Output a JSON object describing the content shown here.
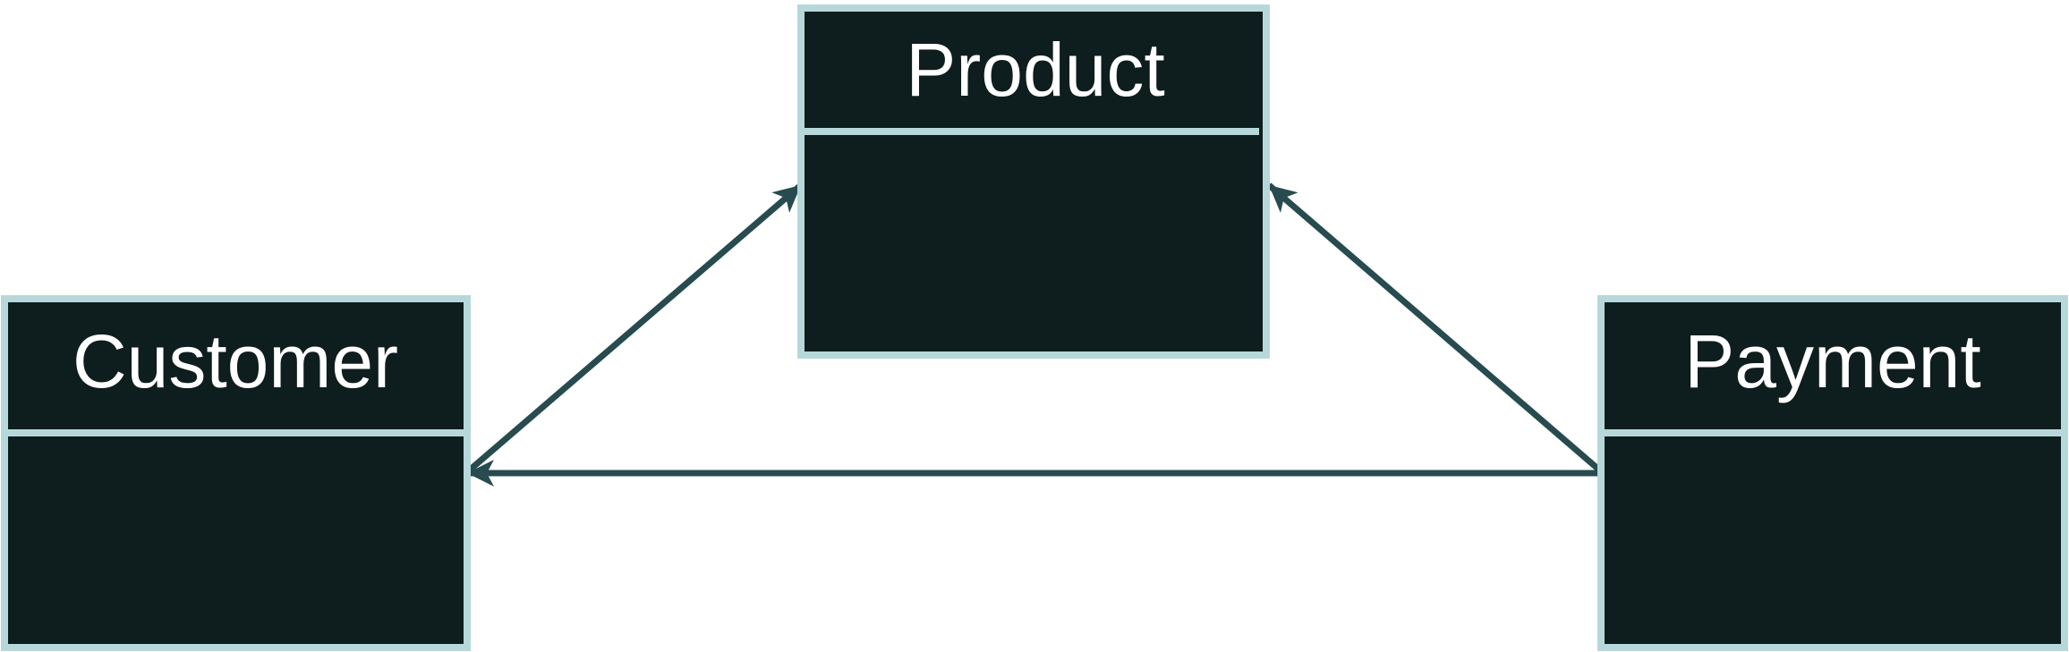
{
  "colors": {
    "background": "#ffffff",
    "box_fill": "#0e1d1d",
    "box_border": "#b7d8db",
    "connector": "#274b4f",
    "text": "#ffffff"
  },
  "classes": {
    "product": {
      "name": "Product"
    },
    "customer": {
      "name": "Customer"
    },
    "payment": {
      "name": "Payment"
    }
  },
  "relationships": [
    {
      "from": "customer",
      "to": "product",
      "arrowhead": "to"
    },
    {
      "from": "payment",
      "to": "product",
      "arrowhead": "to"
    },
    {
      "from": "payment",
      "to": "customer",
      "arrowhead": "to"
    }
  ]
}
